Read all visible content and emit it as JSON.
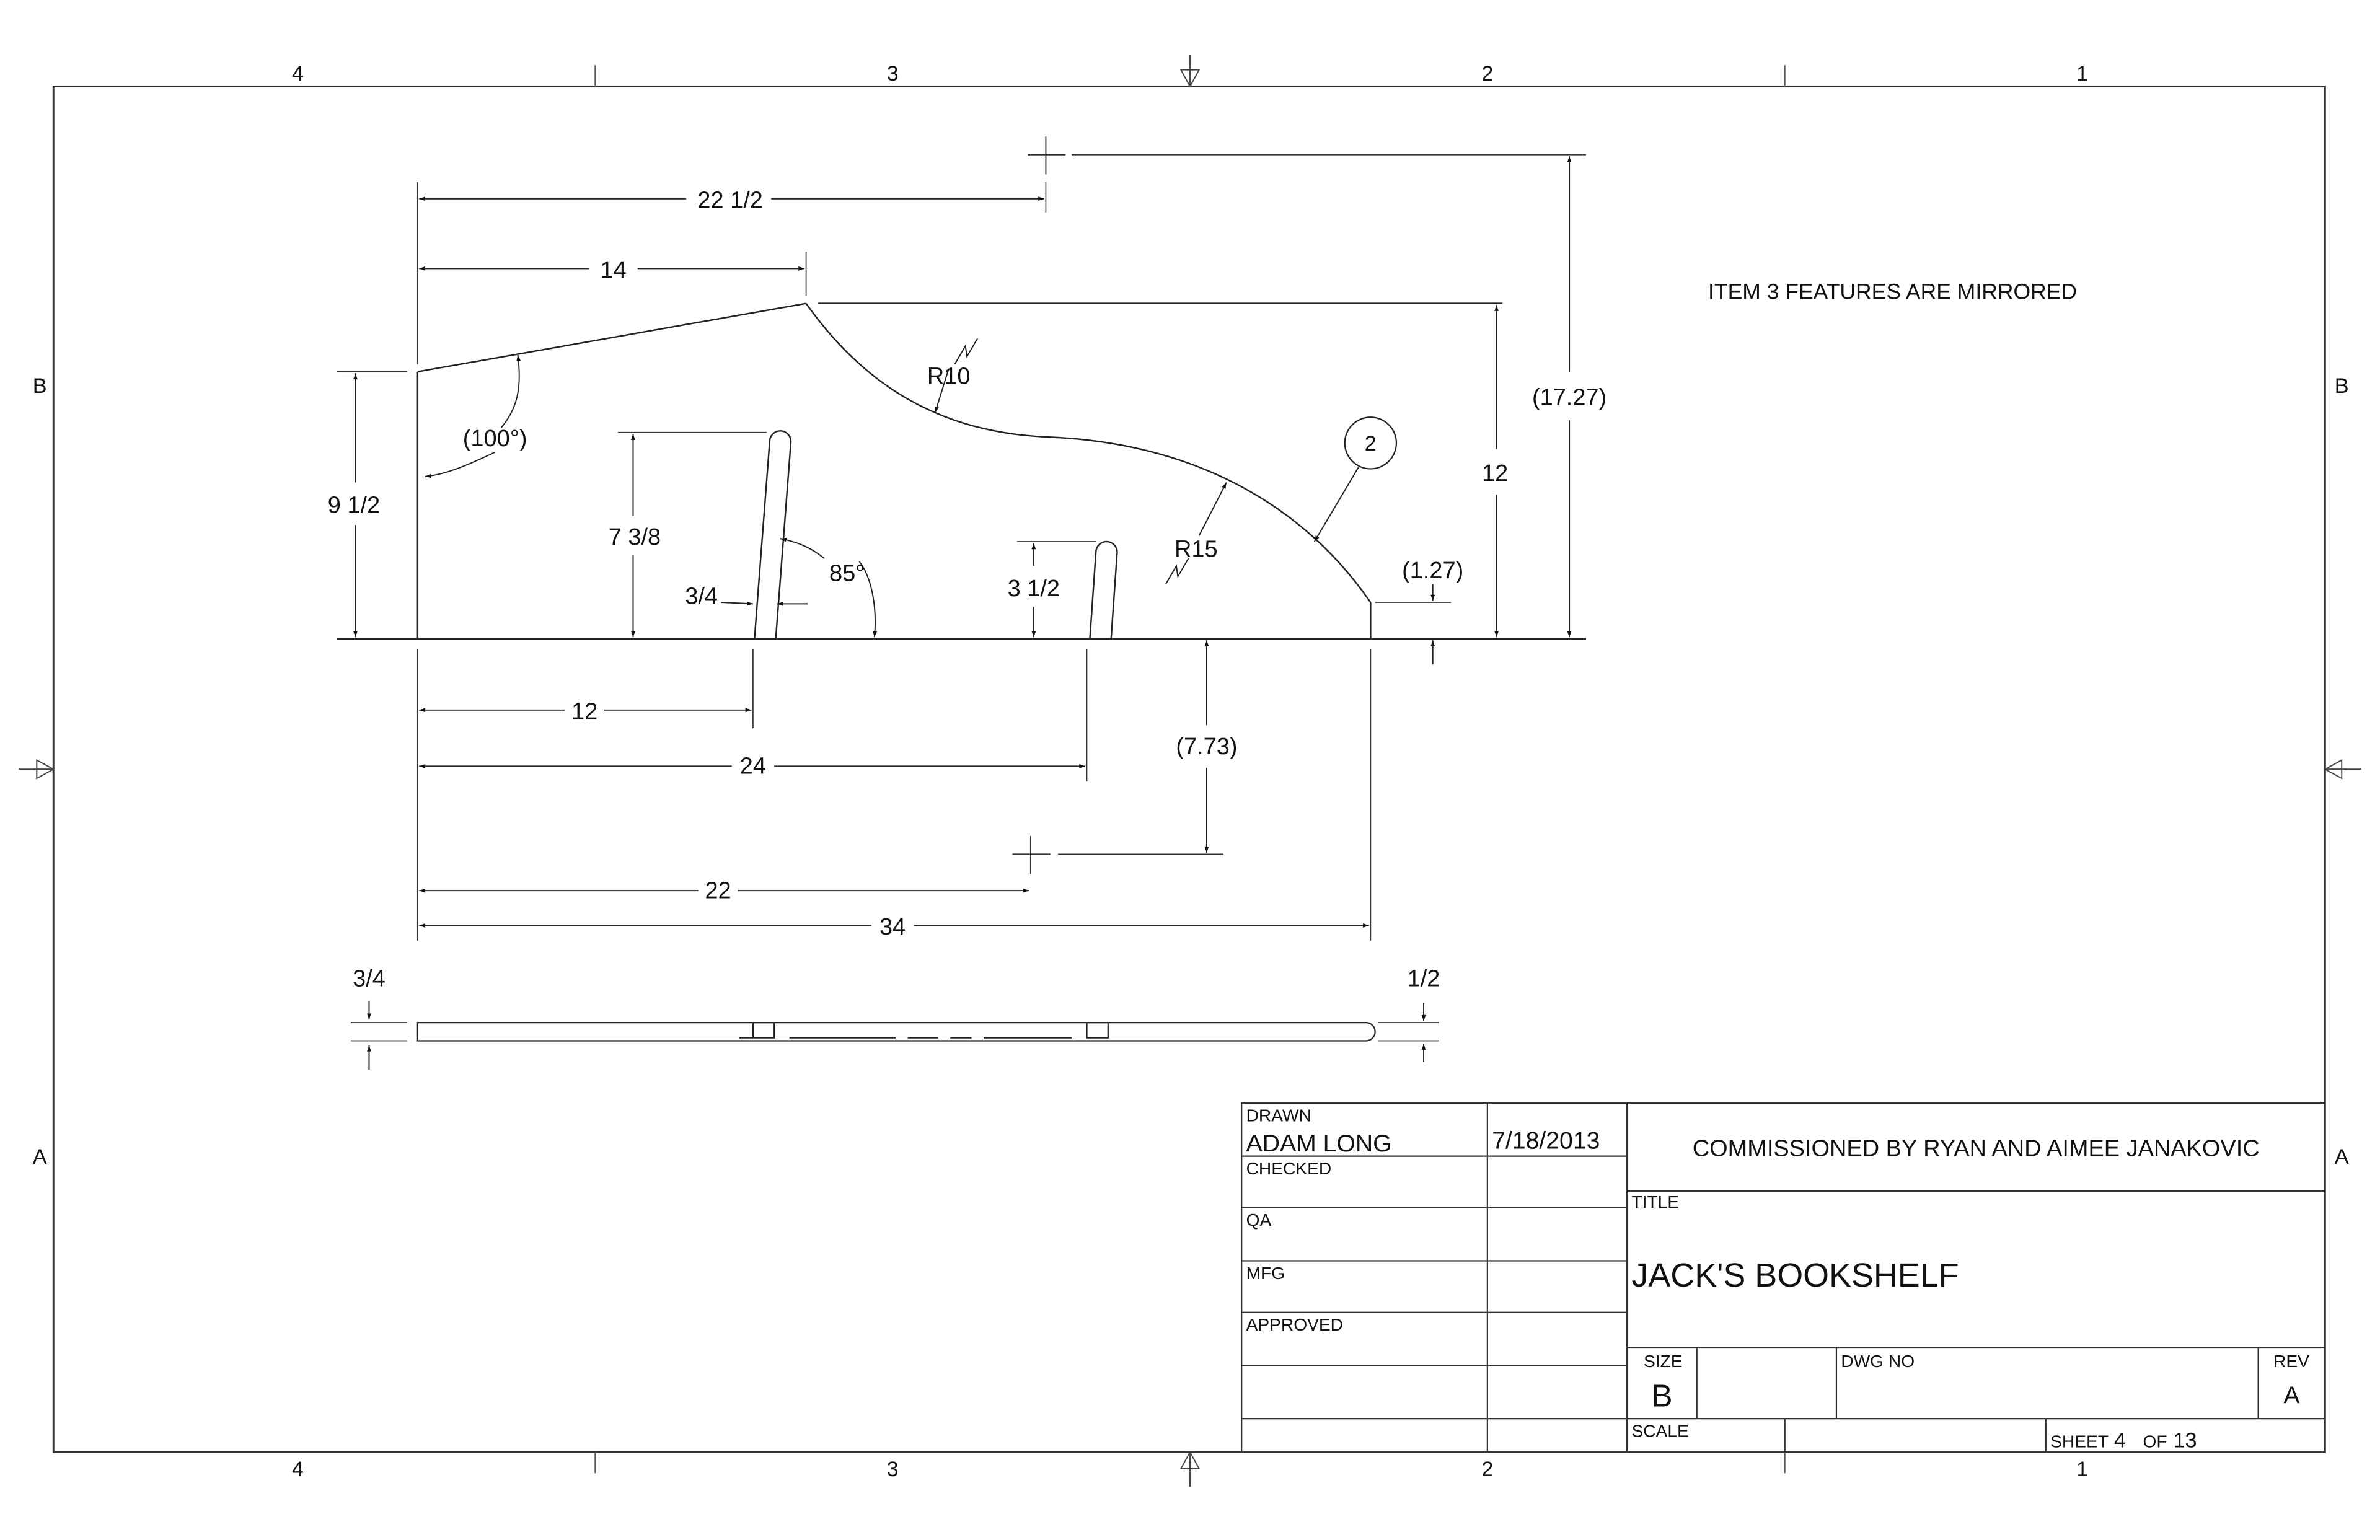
{
  "zones": {
    "columns": [
      "4",
      "3",
      "2",
      "1"
    ],
    "rows": [
      "B",
      "A"
    ]
  },
  "note": "ITEM 3 FEATURES ARE MIRRORED",
  "balloon": "2",
  "dimensions": {
    "d22_5": "22 1/2",
    "d14": "14",
    "d17_27": "(17.27)",
    "r10": "R10",
    "ang100": "(100°)",
    "d9_5": "9 1/2",
    "d12_v": "12",
    "d7_38": "7 3/8",
    "r15": "R15",
    "ang85": "85°",
    "d3_4a": "3/4",
    "d3_5": "3 1/2",
    "d1_27": "(1.27)",
    "d12_h": "12",
    "d24": "24",
    "d7_73": "(7.73)",
    "d22": "22",
    "d34": "34",
    "d3_4b": "3/4",
    "d1_2": "1/2"
  },
  "title_block": {
    "drawn_label": "DRAWN",
    "drawn_by": "ADAM LONG",
    "drawn_date": "7/18/2013",
    "checked_label": "CHECKED",
    "qa_label": "QA",
    "mfg_label": "MFG",
    "approved_label": "APPROVED",
    "commissioned": "COMMISSIONED BY RYAN AND AIMEE JANAKOVIC",
    "title_label": "TITLE",
    "title": "JACK'S BOOKSHELF",
    "size_label": "SIZE",
    "size": "B",
    "dwg_no_label": "DWG NO",
    "rev_label": "REV",
    "rev": "A",
    "scale_label": "SCALE",
    "sheet_label": "SHEET",
    "sheet_num": "4",
    "of_label": "OF",
    "sheet_total": "13"
  }
}
